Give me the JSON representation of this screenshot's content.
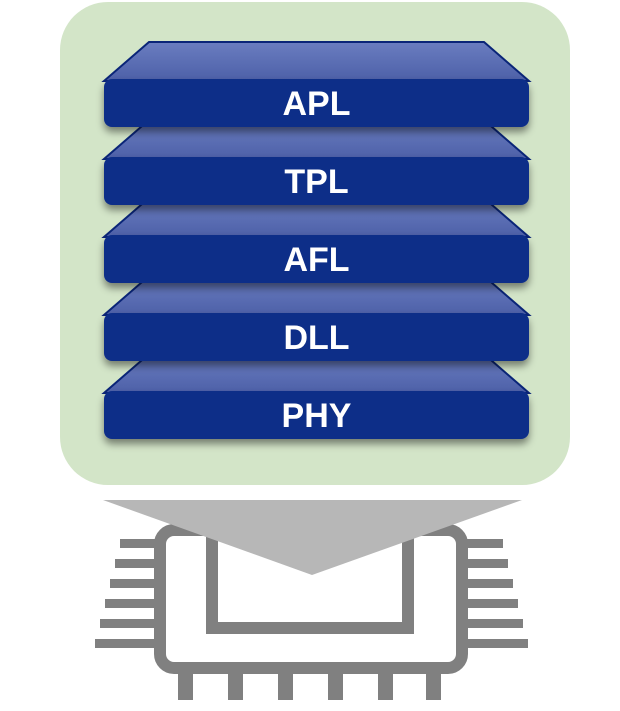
{
  "diagram": {
    "colors": {
      "panel_fill": "#d3e5c8",
      "layer_front": "#0e2e88",
      "layer_top": "#5c6fb3",
      "layer_edge": "#0a2578",
      "layer_text": "#ffffff",
      "funnel": "#b7b7b7",
      "chip": "#808080"
    },
    "layers": [
      {
        "id": "apl",
        "label": "APL"
      },
      {
        "id": "tpl",
        "label": "TPL"
      },
      {
        "id": "afl",
        "label": "AFL"
      },
      {
        "id": "dll",
        "label": "DLL"
      },
      {
        "id": "phy",
        "label": "PHY"
      }
    ],
    "chip_icon": "chip-icon"
  }
}
